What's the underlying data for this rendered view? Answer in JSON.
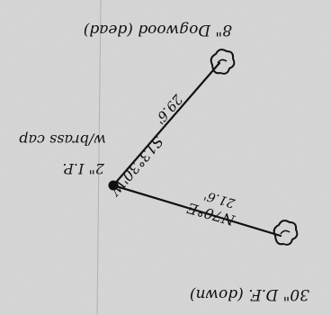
{
  "labels": {
    "top_tree": "8\" Dogwood (dead)",
    "upper_bearing": "S13°30'W",
    "upper_distance": "29.6'",
    "corner_stone": "2\" I.P.",
    "corner_note": "w/brass cap",
    "lower_bearing": "N70°E",
    "lower_distance": "21.6'",
    "bottom_tree": "30\" D.F. (down)"
  },
  "colors": {
    "background": "#d6d6d6",
    "ink": "#111111"
  }
}
